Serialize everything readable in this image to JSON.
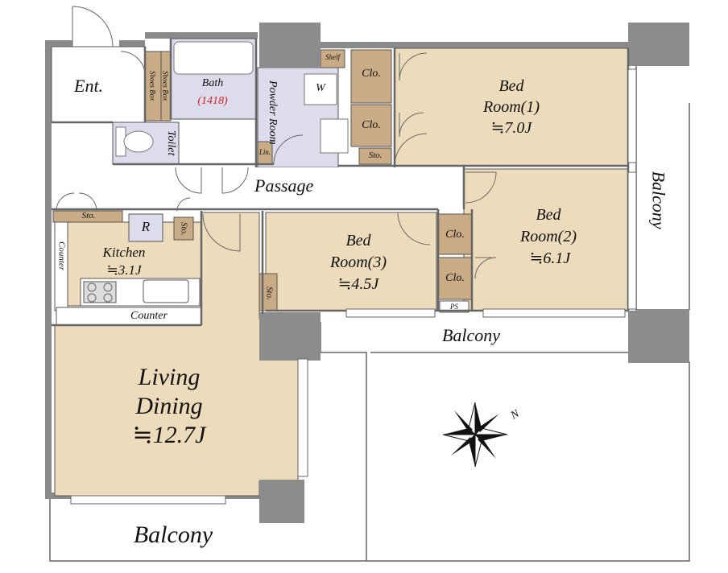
{
  "colors": {
    "room_fill": "#eddcbc",
    "wet_fill": "#dcdcec",
    "storage_fill": "#c9ab85",
    "wall": "#8a8a8a",
    "pillar": "#8c8c8c",
    "outline": "#555555",
    "line": "#666666"
  },
  "rooms": {
    "entrance": "Ent.",
    "bath": "Bath",
    "bath_size": "(1418)",
    "powder_room": "Powder Room",
    "washer": "W",
    "shelf": "Shelf",
    "toilet": "Toilet",
    "linen": "Lin.",
    "passage": "Passage",
    "shoe_box_1": "Shoes Box",
    "shoe_box_2": "Shoes Box",
    "closet_1a": "Clo.",
    "closet_1b": "Clo.",
    "storage_1": "Sto.",
    "bedroom1_name_1": "Bed",
    "bedroom1_name_2": "Room(1)",
    "bedroom1_size": "≒7.0J",
    "bedroom2_name_1": "Bed",
    "bedroom2_name_2": "Room(2)",
    "bedroom2_size": "≒6.1J",
    "bedroom3_name_1": "Bed",
    "bedroom3_name_2": "Room(3)",
    "bedroom3_size": "≒4.5J",
    "closet_2a": "Clo.",
    "closet_2b": "Clo.",
    "pipe_space": "PS",
    "storage_kitchen": "Sto.",
    "storage_passage": "Sto.",
    "storage_living": "Sto.",
    "fridge": "R",
    "kitchen_name": "Kitchen",
    "kitchen_size": "≒3.1J",
    "counter_left": "Counter",
    "counter_bottom": "Counter",
    "living_1": "Living",
    "living_2": "Dining",
    "living_size": "≒12.7J",
    "balcony_right": "Balcony",
    "balcony_middle": "Balcony",
    "balcony_bottom": "Balcony"
  },
  "compass": {
    "north_label": "N",
    "icon": "compass-rose-icon"
  }
}
